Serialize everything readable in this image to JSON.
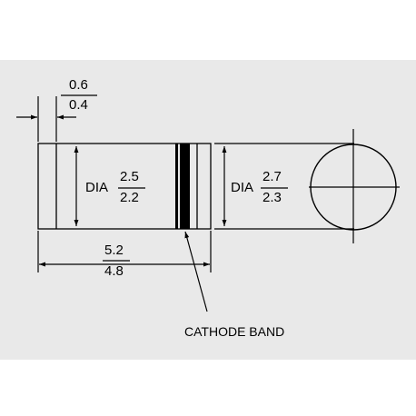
{
  "colors": {
    "background": "#e9e9e9",
    "ink": "#000000",
    "page": "#ffffff"
  },
  "lead_thickness": {
    "max": "0.6",
    "min": "0.4"
  },
  "body_diameter": {
    "prefix": "DIA",
    "max": "2.5",
    "min": "2.2"
  },
  "end_diameter": {
    "prefix": "DIA",
    "max": "2.7",
    "min": "2.3"
  },
  "overall_length": {
    "max": "5.2",
    "min": "4.8"
  },
  "cathode_label": "CATHODE BAND"
}
